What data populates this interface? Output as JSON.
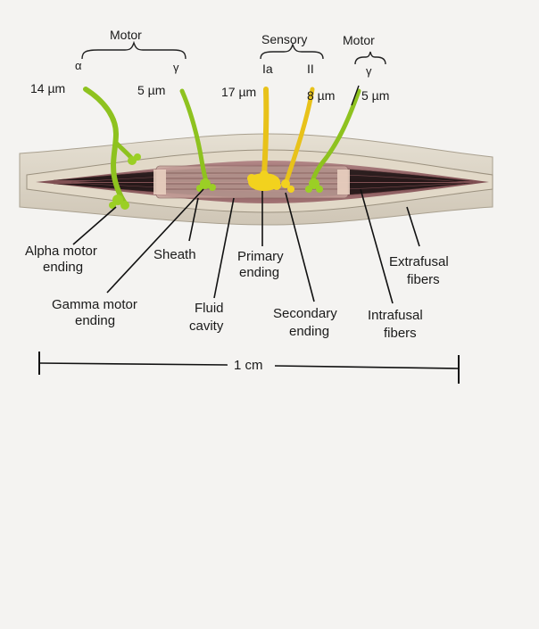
{
  "colors": {
    "background": "#f4f3f1",
    "motor_axon": "#8ec21f",
    "sensory_axon": "#e8c21a",
    "muscle": "#8a5a5c",
    "capsule": "#d9d2c4"
  },
  "header": {
    "motor_left": "Motor",
    "alpha_symbol": "α",
    "gamma_symbol_left": "γ",
    "sensory": "Sensory",
    "ia": "Ia",
    "ii": "II",
    "motor_right": "Motor",
    "gamma_symbol_right": "γ"
  },
  "diameters": {
    "alpha": "14 µm",
    "gamma_left": "5 µm",
    "ia": "17 µm",
    "ii": "8 µm",
    "gamma_right": "5 µm"
  },
  "labels": {
    "alpha_motor_line1": "Alpha motor",
    "alpha_motor_line2": "ending",
    "sheath": "Sheath",
    "primary_line1": "Primary",
    "primary_line2": "ending",
    "extrafusal_line1": "Extrafusal",
    "extrafusal_line2": "fibers",
    "gamma_motor_line1": "Gamma motor",
    "gamma_motor_line2": "ending",
    "fluid_line1": "Fluid",
    "fluid_line2": "cavity",
    "secondary_line1": "Secondary",
    "secondary_line2": "ending",
    "intrafusal_line1": "Intrafusal",
    "intrafusal_line2": "fibers"
  },
  "scale_bar": {
    "label": "1 cm"
  }
}
